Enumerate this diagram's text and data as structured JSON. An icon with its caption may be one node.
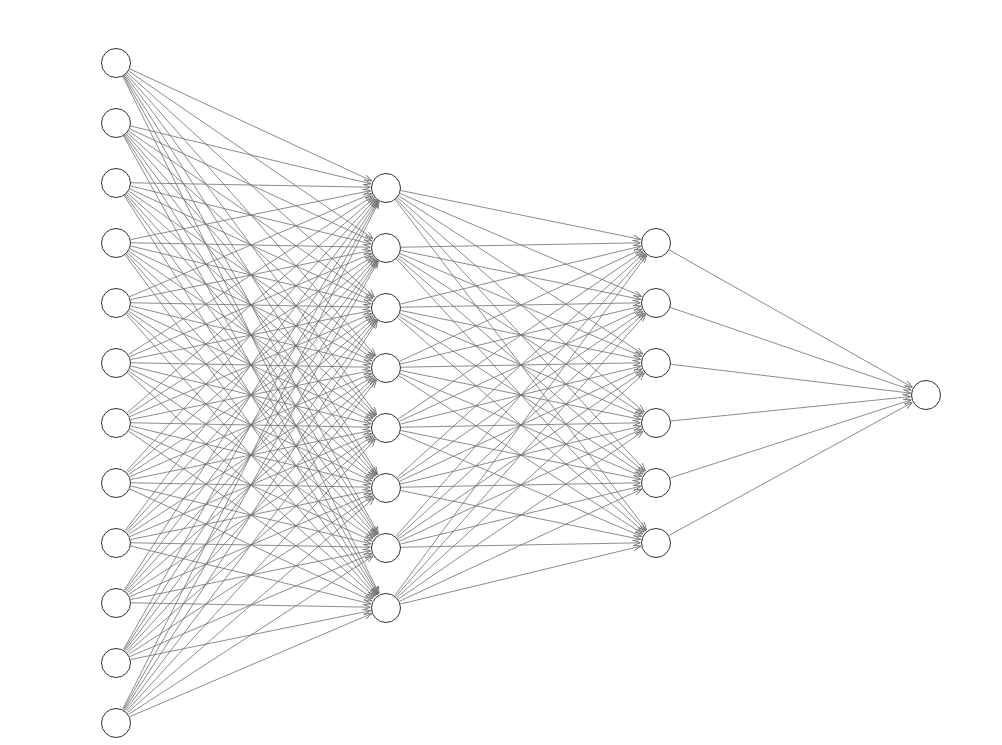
{
  "diagram": {
    "nodes": [
      {
        "text": [],
        "shape": "circle"
      },
      {
        "text": [],
        "shape": "circle"
      },
      {
        "text": [],
        "shape": "circle"
      },
      {
        "text": [],
        "shape": "circle"
      },
      {
        "text": [],
        "shape": "circle"
      },
      {
        "text": [],
        "shape": "circle"
      },
      {
        "text": [],
        "shape": "circle"
      },
      {
        "text": [],
        "shape": "circle"
      },
      {
        "text": [],
        "shape": "circle"
      },
      {
        "text": [],
        "shape": "circle"
      },
      {
        "text": [],
        "shape": "circle"
      },
      {
        "text": [],
        "shape": "circle"
      },
      {
        "text": [],
        "shape": "circle"
      },
      {
        "text": [],
        "shape": "circle"
      },
      {
        "text": [],
        "shape": "circle"
      },
      {
        "text": [],
        "shape": "circle"
      },
      {
        "text": [],
        "shape": "circle"
      },
      {
        "text": [],
        "shape": "circle"
      },
      {
        "text": [],
        "shape": "circle"
      },
      {
        "text": [],
        "shape": "circle"
      },
      {
        "text": [],
        "shape": "circle"
      },
      {
        "text": [],
        "shape": "circle"
      },
      {
        "text": [],
        "shape": "circle"
      },
      {
        "text": [],
        "shape": "circle"
      },
      {
        "text": [],
        "shape": "circle"
      },
      {
        "text": [],
        "shape": "circle"
      },
      {
        "text": [],
        "shape": "circle"
      }
    ],
    "edges": [
      {
        "from": 0,
        "to": 12,
        "arrow": "to"
      },
      {
        "from": 0,
        "to": 13,
        "arrow": "to"
      },
      {
        "from": 0,
        "to": 14,
        "arrow": "to"
      },
      {
        "from": 0,
        "to": 15,
        "arrow": "to"
      },
      {
        "from": 0,
        "to": 16,
        "arrow": "to"
      },
      {
        "from": 0,
        "to": 17,
        "arrow": "to"
      },
      {
        "from": 0,
        "to": 18,
        "arrow": "to"
      },
      {
        "from": 0,
        "to": 19,
        "arrow": "to"
      },
      {
        "from": 1,
        "to": 12,
        "arrow": "to"
      },
      {
        "from": 1,
        "to": 13,
        "arrow": "to"
      },
      {
        "from": 1,
        "to": 14,
        "arrow": "to"
      },
      {
        "from": 1,
        "to": 15,
        "arrow": "to"
      },
      {
        "from": 1,
        "to": 16,
        "arrow": "to"
      },
      {
        "from": 1,
        "to": 17,
        "arrow": "to"
      },
      {
        "from": 1,
        "to": 18,
        "arrow": "to"
      },
      {
        "from": 1,
        "to": 19,
        "arrow": "to"
      },
      {
        "from": 2,
        "to": 12,
        "arrow": "to"
      },
      {
        "from": 2,
        "to": 13,
        "arrow": "to"
      },
      {
        "from": 2,
        "to": 14,
        "arrow": "to"
      },
      {
        "from": 2,
        "to": 15,
        "arrow": "to"
      },
      {
        "from": 2,
        "to": 16,
        "arrow": "to"
      },
      {
        "from": 2,
        "to": 17,
        "arrow": "to"
      },
      {
        "from": 2,
        "to": 18,
        "arrow": "to"
      },
      {
        "from": 2,
        "to": 19,
        "arrow": "to"
      },
      {
        "from": 3,
        "to": 12,
        "arrow": "to"
      },
      {
        "from": 3,
        "to": 13,
        "arrow": "to"
      },
      {
        "from": 3,
        "to": 14,
        "arrow": "to"
      },
      {
        "from": 3,
        "to": 15,
        "arrow": "to"
      },
      {
        "from": 3,
        "to": 16,
        "arrow": "to"
      },
      {
        "from": 3,
        "to": 17,
        "arrow": "to"
      },
      {
        "from": 3,
        "to": 18,
        "arrow": "to"
      },
      {
        "from": 3,
        "to": 19,
        "arrow": "to"
      },
      {
        "from": 4,
        "to": 12,
        "arrow": "to"
      },
      {
        "from": 4,
        "to": 13,
        "arrow": "to"
      },
      {
        "from": 4,
        "to": 14,
        "arrow": "to"
      },
      {
        "from": 4,
        "to": 15,
        "arrow": "to"
      },
      {
        "from": 4,
        "to": 16,
        "arrow": "to"
      },
      {
        "from": 4,
        "to": 17,
        "arrow": "to"
      },
      {
        "from": 4,
        "to": 18,
        "arrow": "to"
      },
      {
        "from": 4,
        "to": 19,
        "arrow": "to"
      },
      {
        "from": 5,
        "to": 12,
        "arrow": "to"
      },
      {
        "from": 5,
        "to": 13,
        "arrow": "to"
      },
      {
        "from": 5,
        "to": 14,
        "arrow": "to"
      },
      {
        "from": 5,
        "to": 15,
        "arrow": "to"
      },
      {
        "from": 5,
        "to": 16,
        "arrow": "to"
      },
      {
        "from": 5,
        "to": 17,
        "arrow": "to"
      },
      {
        "from": 5,
        "to": 18,
        "arrow": "to"
      },
      {
        "from": 5,
        "to": 19,
        "arrow": "to"
      },
      {
        "from": 6,
        "to": 12,
        "arrow": "to"
      },
      {
        "from": 6,
        "to": 13,
        "arrow": "to"
      },
      {
        "from": 6,
        "to": 14,
        "arrow": "to"
      },
      {
        "from": 6,
        "to": 15,
        "arrow": "to"
      },
      {
        "from": 6,
        "to": 16,
        "arrow": "to"
      },
      {
        "from": 6,
        "to": 17,
        "arrow": "to"
      },
      {
        "from": 6,
        "to": 18,
        "arrow": "to"
      },
      {
        "from": 6,
        "to": 19,
        "arrow": "to"
      },
      {
        "from": 7,
        "to": 12,
        "arrow": "to"
      },
      {
        "from": 7,
        "to": 13,
        "arrow": "to"
      },
      {
        "from": 7,
        "to": 14,
        "arrow": "to"
      },
      {
        "from": 7,
        "to": 15,
        "arrow": "to"
      },
      {
        "from": 7,
        "to": 16,
        "arrow": "to"
      },
      {
        "from": 7,
        "to": 17,
        "arrow": "to"
      },
      {
        "from": 7,
        "to": 18,
        "arrow": "to"
      },
      {
        "from": 7,
        "to": 19,
        "arrow": "to"
      },
      {
        "from": 8,
        "to": 12,
        "arrow": "to"
      },
      {
        "from": 8,
        "to": 13,
        "arrow": "to"
      },
      {
        "from": 8,
        "to": 14,
        "arrow": "to"
      },
      {
        "from": 8,
        "to": 15,
        "arrow": "to"
      },
      {
        "from": 8,
        "to": 16,
        "arrow": "to"
      },
      {
        "from": 8,
        "to": 17,
        "arrow": "to"
      },
      {
        "from": 8,
        "to": 18,
        "arrow": "to"
      },
      {
        "from": 8,
        "to": 19,
        "arrow": "to"
      },
      {
        "from": 9,
        "to": 12,
        "arrow": "to"
      },
      {
        "from": 9,
        "to": 13,
        "arrow": "to"
      },
      {
        "from": 9,
        "to": 14,
        "arrow": "to"
      },
      {
        "from": 9,
        "to": 15,
        "arrow": "to"
      },
      {
        "from": 9,
        "to": 16,
        "arrow": "to"
      },
      {
        "from": 9,
        "to": 17,
        "arrow": "to"
      },
      {
        "from": 9,
        "to": 18,
        "arrow": "to"
      },
      {
        "from": 9,
        "to": 19,
        "arrow": "to"
      },
      {
        "from": 10,
        "to": 12,
        "arrow": "to"
      },
      {
        "from": 10,
        "to": 13,
        "arrow": "to"
      },
      {
        "from": 10,
        "to": 14,
        "arrow": "to"
      },
      {
        "from": 10,
        "to": 15,
        "arrow": "to"
      },
      {
        "from": 10,
        "to": 16,
        "arrow": "to"
      },
      {
        "from": 10,
        "to": 17,
        "arrow": "to"
      },
      {
        "from": 10,
        "to": 18,
        "arrow": "to"
      },
      {
        "from": 10,
        "to": 19,
        "arrow": "to"
      },
      {
        "from": 11,
        "to": 12,
        "arrow": "to"
      },
      {
        "from": 11,
        "to": 13,
        "arrow": "to"
      },
      {
        "from": 11,
        "to": 14,
        "arrow": "to"
      },
      {
        "from": 11,
        "to": 15,
        "arrow": "to"
      },
      {
        "from": 11,
        "to": 16,
        "arrow": "to"
      },
      {
        "from": 11,
        "to": 17,
        "arrow": "to"
      },
      {
        "from": 11,
        "to": 18,
        "arrow": "to"
      },
      {
        "from": 11,
        "to": 19,
        "arrow": "to"
      },
      {
        "from": 12,
        "to": 20,
        "arrow": "to"
      },
      {
        "from": 12,
        "to": 21,
        "arrow": "to"
      },
      {
        "from": 12,
        "to": 22,
        "arrow": "to"
      },
      {
        "from": 12,
        "to": 23,
        "arrow": "to"
      },
      {
        "from": 12,
        "to": 24,
        "arrow": "to"
      },
      {
        "from": 12,
        "to": 25,
        "arrow": "to"
      },
      {
        "from": 13,
        "to": 20,
        "arrow": "to"
      },
      {
        "from": 13,
        "to": 21,
        "arrow": "to"
      },
      {
        "from": 13,
        "to": 22,
        "arrow": "to"
      },
      {
        "from": 13,
        "to": 23,
        "arrow": "to"
      },
      {
        "from": 13,
        "to": 24,
        "arrow": "to"
      },
      {
        "from": 13,
        "to": 25,
        "arrow": "to"
      },
      {
        "from": 14,
        "to": 20,
        "arrow": "to"
      },
      {
        "from": 14,
        "to": 21,
        "arrow": "to"
      },
      {
        "from": 14,
        "to": 22,
        "arrow": "to"
      },
      {
        "from": 14,
        "to": 23,
        "arrow": "to"
      },
      {
        "from": 14,
        "to": 24,
        "arrow": "to"
      },
      {
        "from": 14,
        "to": 25,
        "arrow": "to"
      },
      {
        "from": 15,
        "to": 20,
        "arrow": "to"
      },
      {
        "from": 15,
        "to": 21,
        "arrow": "to"
      },
      {
        "from": 15,
        "to": 22,
        "arrow": "to"
      },
      {
        "from": 15,
        "to": 23,
        "arrow": "to"
      },
      {
        "from": 15,
        "to": 24,
        "arrow": "to"
      },
      {
        "from": 15,
        "to": 25,
        "arrow": "to"
      },
      {
        "from": 16,
        "to": 20,
        "arrow": "to"
      },
      {
        "from": 16,
        "to": 21,
        "arrow": "to"
      },
      {
        "from": 16,
        "to": 22,
        "arrow": "to"
      },
      {
        "from": 16,
        "to": 23,
        "arrow": "to"
      },
      {
        "from": 16,
        "to": 24,
        "arrow": "to"
      },
      {
        "from": 16,
        "to": 25,
        "arrow": "to"
      },
      {
        "from": 17,
        "to": 20,
        "arrow": "to"
      },
      {
        "from": 17,
        "to": 21,
        "arrow": "to"
      },
      {
        "from": 17,
        "to": 22,
        "arrow": "to"
      },
      {
        "from": 17,
        "to": 23,
        "arrow": "to"
      },
      {
        "from": 17,
        "to": 24,
        "arrow": "to"
      },
      {
        "from": 17,
        "to": 25,
        "arrow": "to"
      },
      {
        "from": 18,
        "to": 20,
        "arrow": "to"
      },
      {
        "from": 18,
        "to": 21,
        "arrow": "to"
      },
      {
        "from": 18,
        "to": 22,
        "arrow": "to"
      },
      {
        "from": 18,
        "to": 23,
        "arrow": "to"
      },
      {
        "from": 18,
        "to": 24,
        "arrow": "to"
      },
      {
        "from": 18,
        "to": 25,
        "arrow": "to"
      },
      {
        "from": 19,
        "to": 20,
        "arrow": "to"
      },
      {
        "from": 19,
        "to": 21,
        "arrow": "to"
      },
      {
        "from": 19,
        "to": 22,
        "arrow": "to"
      },
      {
        "from": 19,
        "to": 23,
        "arrow": "to"
      },
      {
        "from": 19,
        "to": 24,
        "arrow": "to"
      },
      {
        "from": 19,
        "to": 25,
        "arrow": "to"
      },
      {
        "from": 20,
        "to": 26,
        "arrow": "to"
      },
      {
        "from": 21,
        "to": 26,
        "arrow": "to"
      },
      {
        "from": 22,
        "to": 26,
        "arrow": "to"
      },
      {
        "from": 23,
        "to": 26,
        "arrow": "to"
      },
      {
        "from": 24,
        "to": 26,
        "arrow": "to"
      },
      {
        "from": 25,
        "to": 26,
        "arrow": "to"
      }
    ]
  }
}
